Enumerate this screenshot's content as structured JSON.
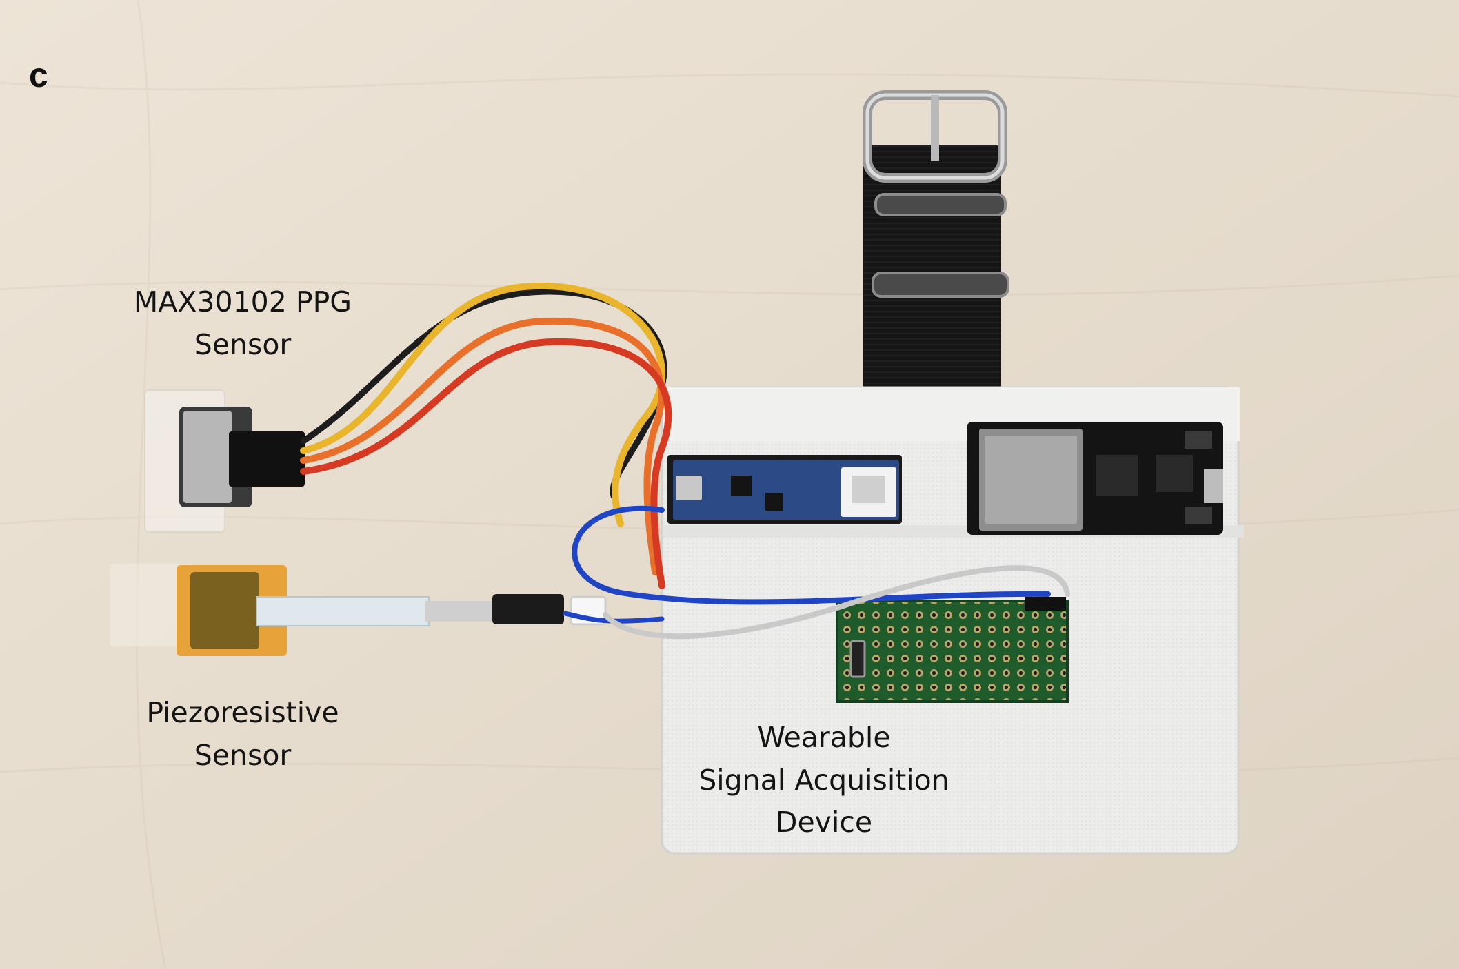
{
  "figure": {
    "panel_label": "c",
    "labels": {
      "ppg_line1": "MAX30102 PPG",
      "ppg_line2": "Sensor",
      "piezo_line1": "Piezoresistive",
      "piezo_line2": "Sensor",
      "device_line1": "Wearable",
      "device_line2": "Signal Acquisition",
      "device_line3": "Device"
    }
  },
  "colors": {
    "background": "#e7ddcf",
    "enclosure": "#ebebea",
    "strap": "#151515",
    "wire_yellow": "#e8b52c",
    "wire_orange": "#e8702a",
    "wire_red": "#d63a22",
    "wire_black": "#1d1d1d",
    "wire_blue": "#1f44c4",
    "wire_gray": "#c9c9c9",
    "kapton": "#e8a23a",
    "protoboard": "#1d5a2a",
    "arduino_board": "#2c4a86"
  }
}
